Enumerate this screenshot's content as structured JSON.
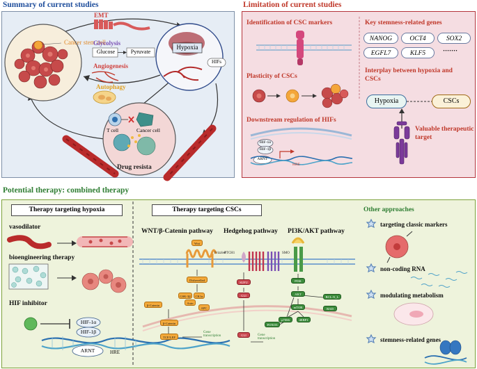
{
  "summary": {
    "title": "Summary of current studies",
    "cancer_stem_cell": "Cancer stem cell",
    "emt": "EMT",
    "glycolysis": "Glycolysis",
    "glucose": "Glucose",
    "pyruvate": "Pyruvate",
    "angiogenesis": "Angiogenesis",
    "autophagy": "Autophagy",
    "hypoxia": "Hypoxia",
    "hifs": "HIFs",
    "t_cell": "T cell",
    "cancer_cell": "Cancer cell",
    "drug_resistance": "Drug resista"
  },
  "limitation": {
    "title": "Limitation of current studies",
    "csc_markers": "Identification of CSC markers",
    "plasticity": "Plasticity of CSCs",
    "downstream": "Downstream regulation of HIFs",
    "hif1a": "HIF-1α",
    "hif1b": "HIF-1β",
    "arnt": "ARNT",
    "hre": "HRE",
    "key_genes_title": "Key stemness-related genes",
    "genes": [
      "NANOG",
      "OCT4",
      "SOX2",
      "EGFL7",
      "KLF5",
      "·······"
    ],
    "interplay": "Interplay between hypoxia and CSCs",
    "hypoxia": "Hypoxia",
    "cscs": "CSCs",
    "target": "Valuable therapeutic target"
  },
  "therapy": {
    "title": "Potential therapy: combined therapy",
    "hypoxia_box": "Therapy targeting hypoxia",
    "vasodilator": "vasodilator",
    "bioengineering": "bioengineering therapy",
    "hif_inhibitor": "HIF inhibitor",
    "hif1a": "HIF-1α",
    "hif1b": "HIF-1β",
    "arnt": "ARNT",
    "hre": "HRE",
    "csc_box": "Therapy targeting CSCs",
    "wnt": "WNT/β-Catenin pathway",
    "hedgehog": "Hedgehog pathway",
    "pi3k": "PI3K/AKT pathway",
    "wnt_nodes": {
      "wnt": "Wnt",
      "frizzled": "Frizzled",
      "dishevelled": "Dishevelled",
      "gsk": "GSK-3β",
      "ck1a": "CK1α",
      "axin": "Axin",
      "apc": "APC",
      "bcat1": "β-Catenin",
      "bcat2": "β-Catenin",
      "tcf": "TCF/LEF",
      "gene_tx": "Gene transcription"
    },
    "hh_nodes": {
      "ptch1": "PTCH1",
      "smo": "SMO",
      "sufu": "SUFU",
      "gli1": "GLI",
      "gli2": "GLI",
      "gene_tx": "Gene transcription"
    },
    "pi3k_nodes": {
      "pi3k": "PI3K",
      "akt": "AKT",
      "mtor": "mTOR",
      "p70s6": "p70S6",
      "4ebp1": "4EBP1",
      "foxo3": "FOXO3",
      "bclx": "BCL-X_L",
      "bad": "BAD"
    },
    "other_title": "Other approaches",
    "other": [
      "targeting classic markers",
      "non-coding RNA",
      "modulating metabolism",
      "stemness-related genes"
    ]
  },
  "colors": {
    "summary_bg": "#e6edf5",
    "limitation_bg": "#f5dde2",
    "therapy_bg": "#eef3dc",
    "title_blue": "#1f4e9c",
    "title_red": "#c0392b",
    "title_green": "#2e7d32"
  }
}
